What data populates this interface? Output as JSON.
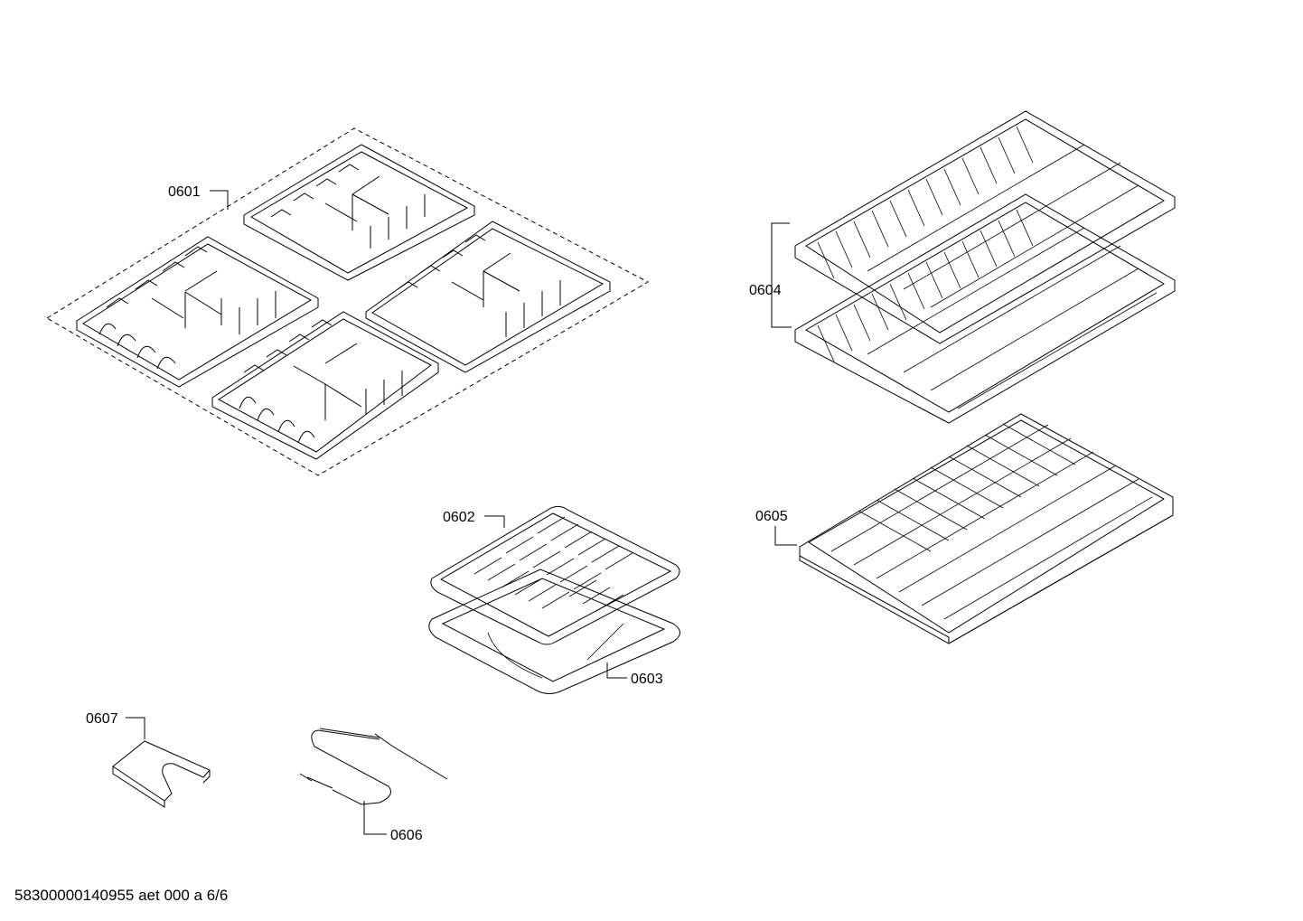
{
  "callouts": {
    "c0601": "0601",
    "c0602": "0602",
    "c0603": "0603",
    "c0604": "0604",
    "c0605": "0605",
    "c0606": "0606",
    "c0607": "0607"
  },
  "footer": {
    "doc_code": "58300000140955 aet 000 a 6/6"
  },
  "parts": [
    {
      "id": "0601",
      "icon": "burner-grates-icon"
    },
    {
      "id": "0602",
      "icon": "broil-pan-grid-icon"
    },
    {
      "id": "0603",
      "icon": "broil-pan-icon"
    },
    {
      "id": "0604",
      "icon": "oven-racks-icon"
    },
    {
      "id": "0605",
      "icon": "telescopic-rack-icon"
    },
    {
      "id": "0606",
      "icon": "meat-probe-icon"
    },
    {
      "id": "0607",
      "icon": "bracket-icon"
    }
  ]
}
